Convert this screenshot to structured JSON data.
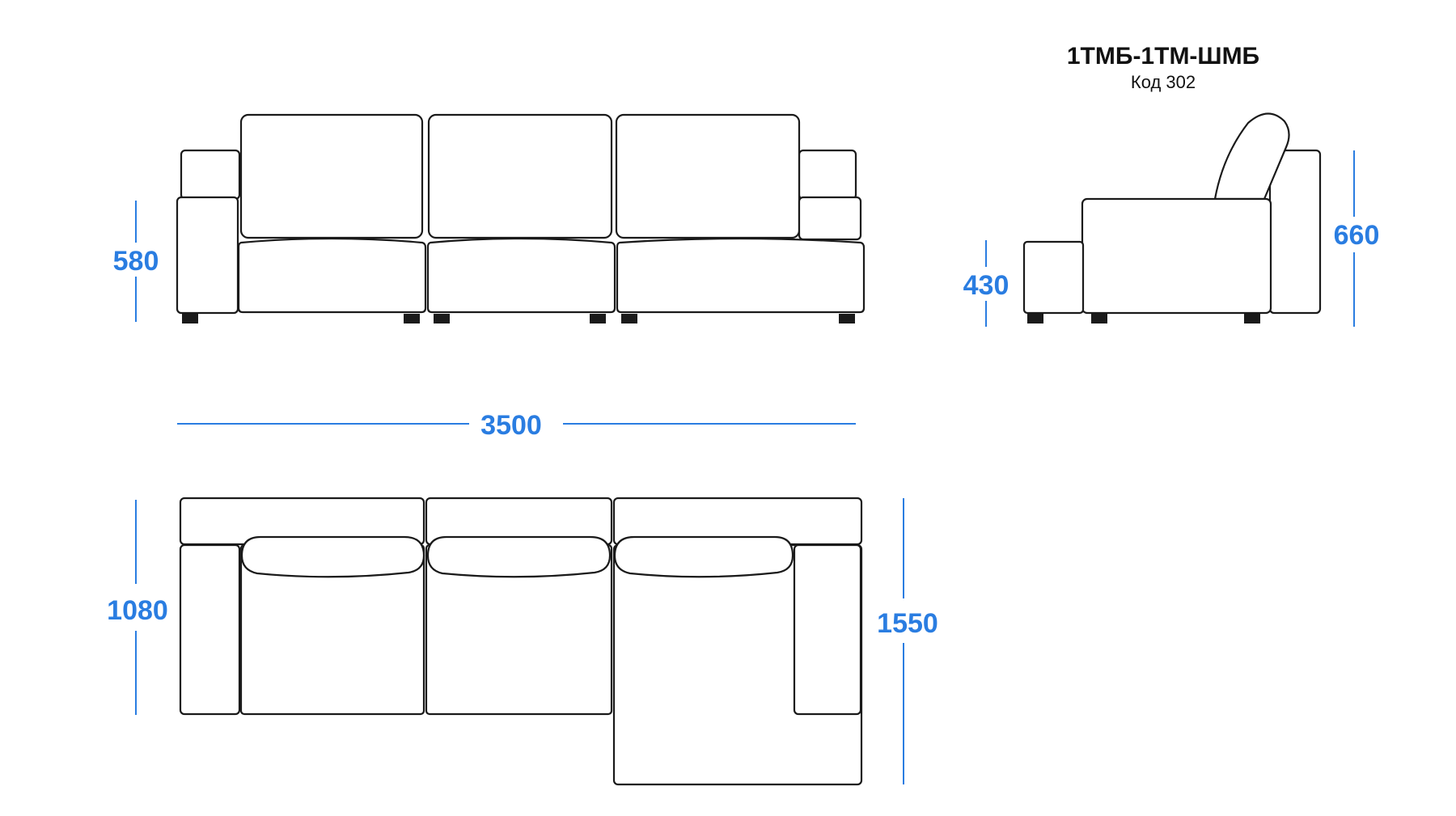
{
  "model": {
    "name": "1ТМБ-1ТМ-ШМБ",
    "code": "Код 302"
  },
  "dimensions": {
    "front_height": "580",
    "total_width": "3500",
    "side_seat_height": "430",
    "side_height": "660",
    "plan_depth": "1080",
    "plan_chaise_depth": "1550"
  },
  "colors": {
    "dimension": "#2a7de1",
    "outline": "#1a1a1a"
  }
}
